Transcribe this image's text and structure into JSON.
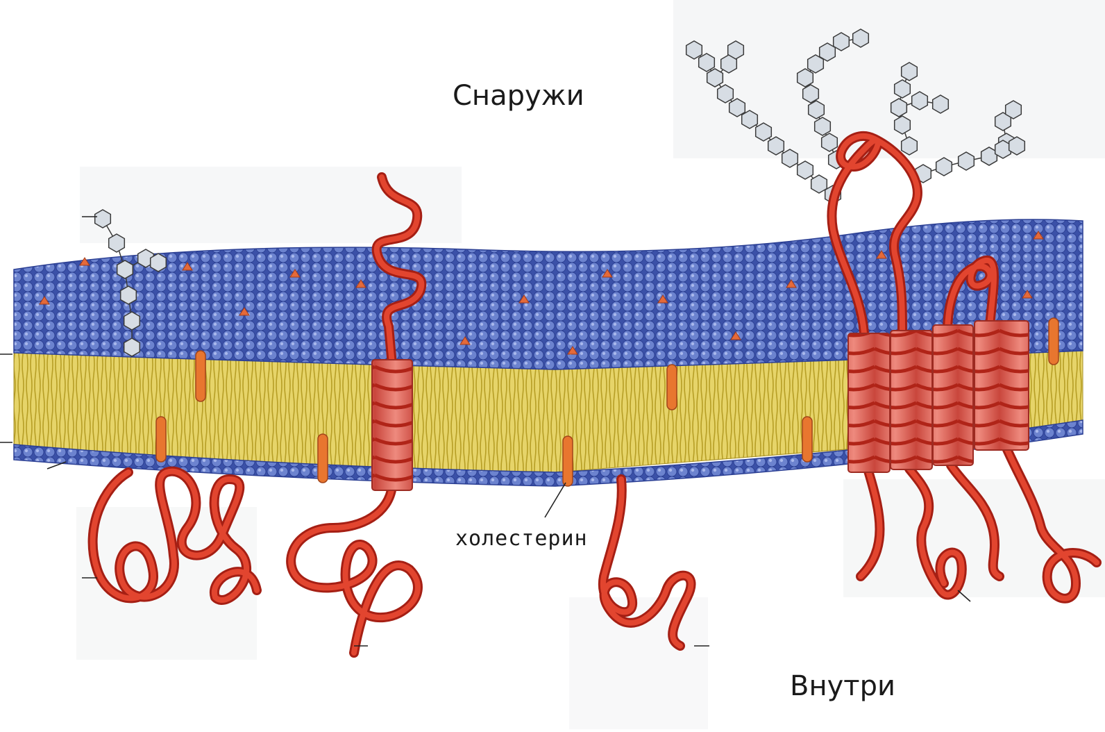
{
  "labels": {
    "outside": "Снаружи",
    "inside": "Внутри",
    "cholesterol": "холестерин"
  },
  "colors": {
    "head_blue": "#5d74c4",
    "head_dark": "#2b3f93",
    "tail_yellow": "#d9c44a",
    "protein_red": "#e23b2a",
    "protein_dark": "#a51f14",
    "sugar_fill": "#d7dde4"
  }
}
